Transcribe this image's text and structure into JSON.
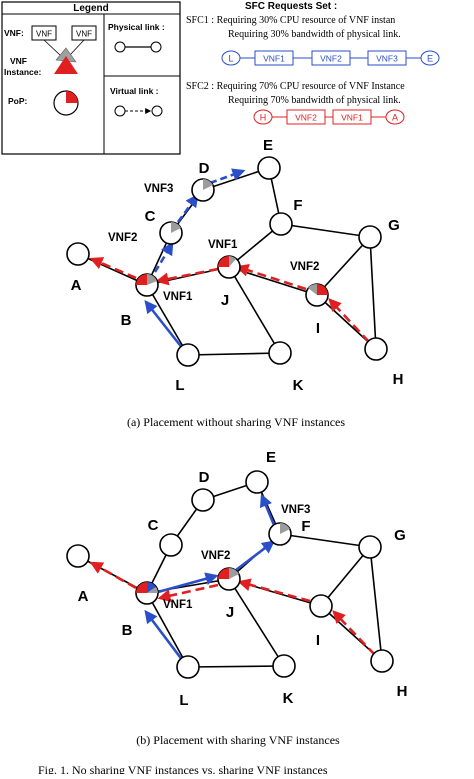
{
  "legend": {
    "title": "Legend",
    "vnf_label": "VNF:",
    "vnf_box1": "VNF",
    "vnf_box2": "VNF",
    "instance_label_1": "VNF",
    "instance_label_2": "Instance:",
    "pop_label": "PoP:",
    "physical_link_label": "Physical link :",
    "virtual_link_label": "Virtual link :"
  },
  "sfc": {
    "title": "SFC Requests Set :",
    "sfc1_line1": "SFC1 : Requiring 30% CPU resource of VNF instan",
    "sfc1_line2": "Requiring 30% bandwidth of physical link.",
    "sfc1_chain": [
      "L",
      "VNF1",
      "VNF2",
      "VNF3",
      "E"
    ],
    "sfc2_line1": "SFC2 : Requiring 70% CPU resource of VNF Instance",
    "sfc2_line2": "Requiring 70% bandwidth of physical link.",
    "sfc2_chain": [
      "H",
      "VNF2",
      "VNF1",
      "A"
    ]
  },
  "diagram_a": {
    "nodes": {
      "A": "A",
      "B": "B",
      "C": "C",
      "D": "D",
      "E": "E",
      "F": "F",
      "G": "G",
      "H": "H",
      "I": "I",
      "J": "J",
      "K": "K",
      "L": "L"
    },
    "vnf_labels": {
      "vnf3": "VNF3",
      "vnf2_c": "VNF2",
      "vnf1_j": "VNF1",
      "vnf2_i": "VNF2",
      "vnf1_b": "VNF1"
    },
    "caption": "(a)  Placement without sharing VNF instances"
  },
  "diagram_b": {
    "nodes": {
      "A": "A",
      "B": "B",
      "C": "C",
      "D": "D",
      "E": "E",
      "F": "F",
      "G": "G",
      "H": "H",
      "I": "I",
      "J": "J",
      "K": "K",
      "L": "L"
    },
    "vnf_labels": {
      "vnf3": "VNF3",
      "vnf2": "VNF2",
      "vnf1": "VNF1"
    },
    "caption": "(b)  Placement with sharing VNF instances"
  },
  "figure_caption": "Fig. 1.  No sharing VNF instances vs. sharing VNF instances"
}
